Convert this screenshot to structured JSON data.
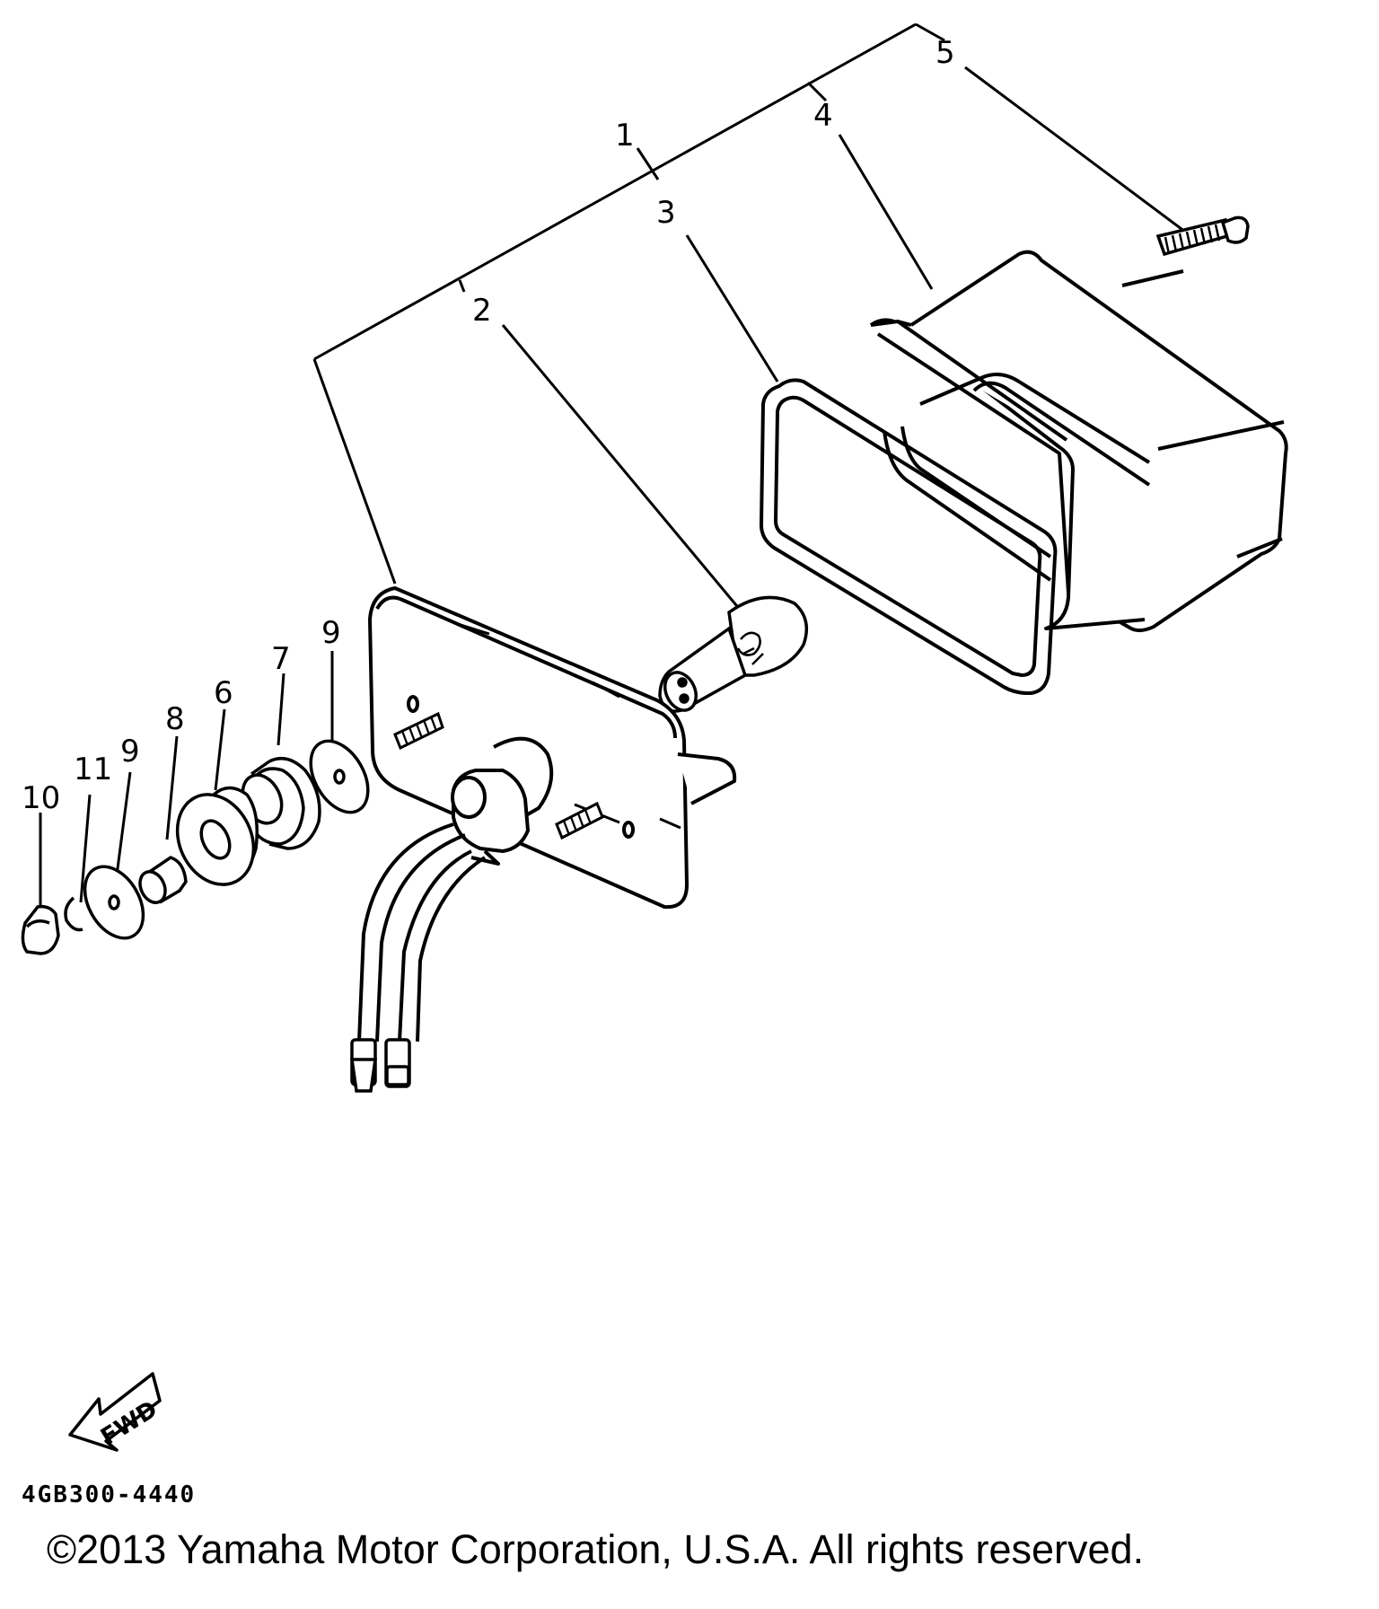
{
  "callouts": {
    "c1": "1",
    "c2": "2",
    "c3": "3",
    "c4": "4",
    "c5": "5",
    "c6": "6",
    "c7": "7",
    "c8": "8",
    "c9a": "9",
    "c9b": "9",
    "c10": "10",
    "c11": "11"
  },
  "fwd_label": "FWD",
  "diagram_code": "4GB300-4440",
  "copyright": "©2013 Yamaha Motor Corporation, U.S.A. All rights reserved."
}
